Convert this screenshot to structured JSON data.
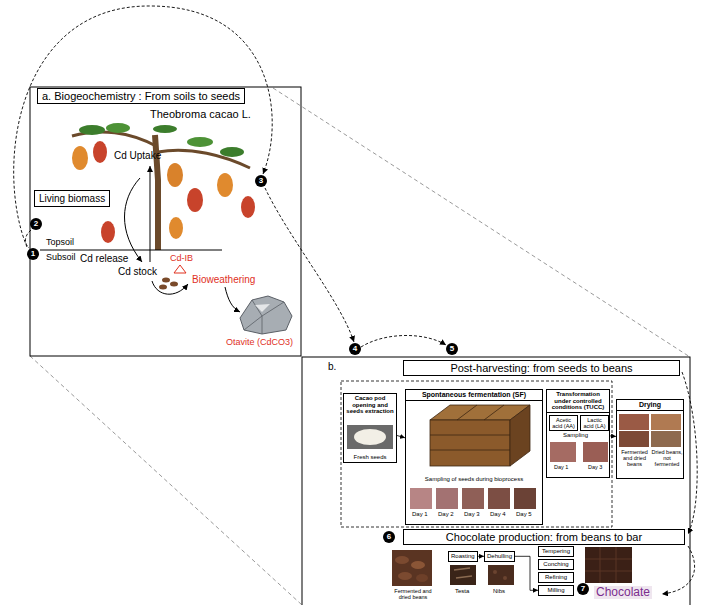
{
  "diagram": {
    "nodes": [
      {
        "text": [
          "a. Biogeochemistry : From soils to seeds"
        ]
      },
      {
        "text": [
          "Living biomass"
        ]
      },
      {
        "text": [
          "Post-harvesting: from seeds to beans"
        ]
      },
      {
        "text": [
          "Cacao pod opening and seeds extraction",
          "Fresh seeds"
        ]
      },
      {
        "text": [
          "Spontaneous fermentation (SF)",
          "Sampling of seeds during bioprocess"
        ]
      },
      {
        "text": [
          "Transformation under controlled conditions (TUCC)"
        ]
      },
      {
        "text": [
          "Acetic acid (AA)"
        ],
        "in": 5
      },
      {
        "text": [
          "Lactic acid (LA)"
        ],
        "in": 5
      },
      {
        "text": [
          "Drying"
        ]
      },
      {
        "text": [
          "Chocolate production: from beans to bar"
        ]
      },
      {
        "text": [
          "Roasting"
        ]
      },
      {
        "text": [
          "Dehulling"
        ]
      },
      {
        "text": [
          "Tempering"
        ]
      },
      {
        "text": [
          "Conching"
        ]
      },
      {
        "text": [
          "Refining"
        ]
      },
      {
        "text": [
          "Milling"
        ]
      }
    ],
    "edges": [
      {
        "from": 3,
        "to": 4,
        "arrow": "to"
      },
      {
        "from": 5,
        "to": 8,
        "arrow": "to"
      },
      {
        "from": 10,
        "to": 11,
        "arrow": "to"
      },
      {
        "from": 11,
        "to": 15,
        "arrow": "to"
      }
    ],
    "labels": [
      "Theobroma cacao L.",
      "Cd Uptake",
      "Cd release",
      "Topsoil",
      "Subsoil",
      "Cd stock",
      "Cd-IB",
      "Bioweathering",
      "Otavite (CdCO3)",
      "1",
      "2",
      "3",
      "4",
      "5",
      "6",
      "7",
      "b.",
      "Sampling",
      "Day 1",
      "Day 3",
      "Day 1",
      "Day 2",
      "Day 3",
      "Day 4",
      "Day 5",
      "Fermented and dried beans",
      "Dried beans, not fermented",
      "Fermented and dried beans",
      "Testa",
      "Nibs",
      "Chocolate"
    ]
  }
}
